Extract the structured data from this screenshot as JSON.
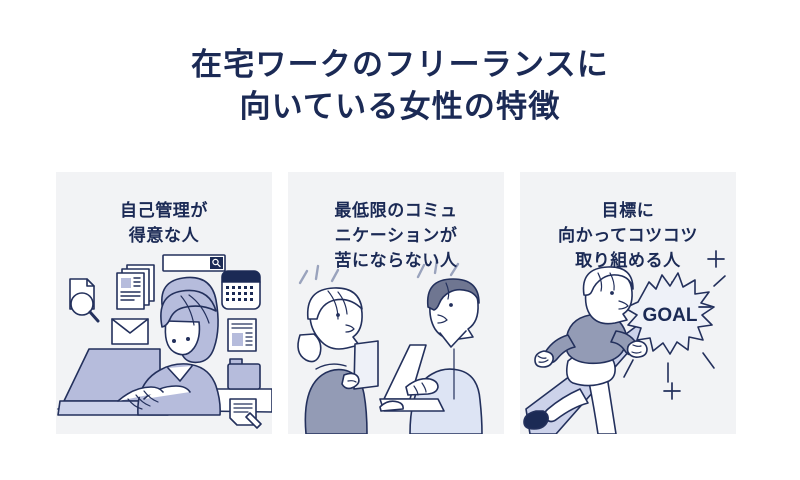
{
  "page": {
    "background_color": "#ffffff",
    "title": {
      "lines": [
        "在宅ワークのフリーランスに",
        "向いている女性の特徴"
      ],
      "color": "#1b2a55"
    }
  },
  "colors": {
    "navy": "#1b2a55",
    "outline": "#23305c",
    "card_bg": "#f2f3f5",
    "periwinkle": "#b6bcdc",
    "periwinkle_light": "#ccd2ea",
    "slate": "#939bb5",
    "slate_dark": "#6f7691",
    "pale_blue": "#dde4f4",
    "white": "#ffffff"
  },
  "cards": [
    {
      "id": "self-management",
      "heading_lines": [
        "自己管理が",
        "得意な人"
      ],
      "illustration": {
        "name": "woman-working-on-laptop-with-icons",
        "icons": [
          "document-search-icon",
          "stacked-papers-icon",
          "envelope-icon",
          "search-bar-icon",
          "calendar-icon",
          "article-icon",
          "folder-icon",
          "note-pen-icon"
        ]
      }
    },
    {
      "id": "minimal-communication",
      "heading_lines": [
        "最低限のコミュ",
        "ニケーションが",
        "苦にならない人"
      ],
      "illustration": {
        "name": "two-people-talking",
        "icons": [
          "woman-with-tablet",
          "man-with-laptop",
          "speech-emphasis-lines"
        ]
      }
    },
    {
      "id": "goal-oriented",
      "heading_lines": [
        "目標に",
        "向かってコツコツ",
        "取り組める人"
      ],
      "illustration": {
        "name": "woman-running-toward-goal",
        "goal_label": "GOAL",
        "icons": [
          "running-woman",
          "goal-starburst-icon",
          "up-arrow-icon",
          "sparkle-icon"
        ]
      }
    }
  ]
}
